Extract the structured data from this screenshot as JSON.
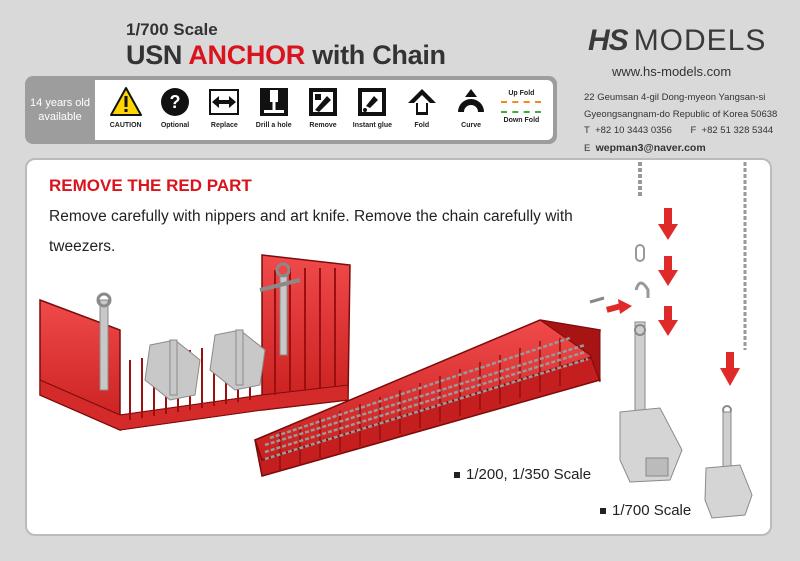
{
  "header": {
    "scale": "1/700 Scale",
    "title_prefix": "USN ",
    "title_highlight": "ANCHOR",
    "title_suffix": " with Chain"
  },
  "brand": {
    "logo_text": "HS",
    "name": "MODELS",
    "website": "www.hs-models.com"
  },
  "contact": {
    "address_line1": "22 Geumsan 4-gil Dong-myeon Yangsan-si",
    "address_line2": "Gyeongsangnam-do Republic of Korea 50638",
    "phone_label": "T",
    "phone": "+82 10 3443 0356",
    "fax_label": "F",
    "fax": "+82 51 328 5344",
    "email_label": "E",
    "email": "wepman3@naver.com"
  },
  "icon_bar": {
    "age_line1": "14 years old",
    "age_line2": "available",
    "icons": [
      {
        "name": "caution-icon",
        "label": "CAUTION"
      },
      {
        "name": "optional-icon",
        "label": "Optional"
      },
      {
        "name": "replace-icon",
        "label": "Replace"
      },
      {
        "name": "drill-icon",
        "label": "Drill a hole"
      },
      {
        "name": "remove-icon",
        "label": "Remove"
      },
      {
        "name": "glue-icon",
        "label": "Instant glue"
      },
      {
        "name": "fold-icon",
        "label": "Fold"
      },
      {
        "name": "curve-icon",
        "label": "Curve"
      }
    ],
    "up_fold": "Up Fold",
    "down_fold": "Down Fold"
  },
  "instructions": {
    "heading": "REMOVE THE RED PART",
    "text": "Remove carefully with nippers and art knife. Remove the chain carefully with tweezers.",
    "scale_large": "1/200, 1/350 Scale",
    "scale_small": "1/700 Scale"
  },
  "colors": {
    "accent_red": "#d9141c",
    "frame_red": "#e02a2a",
    "panel_gray": "#9d9d9d",
    "part_gray": "#c8c8c8"
  }
}
